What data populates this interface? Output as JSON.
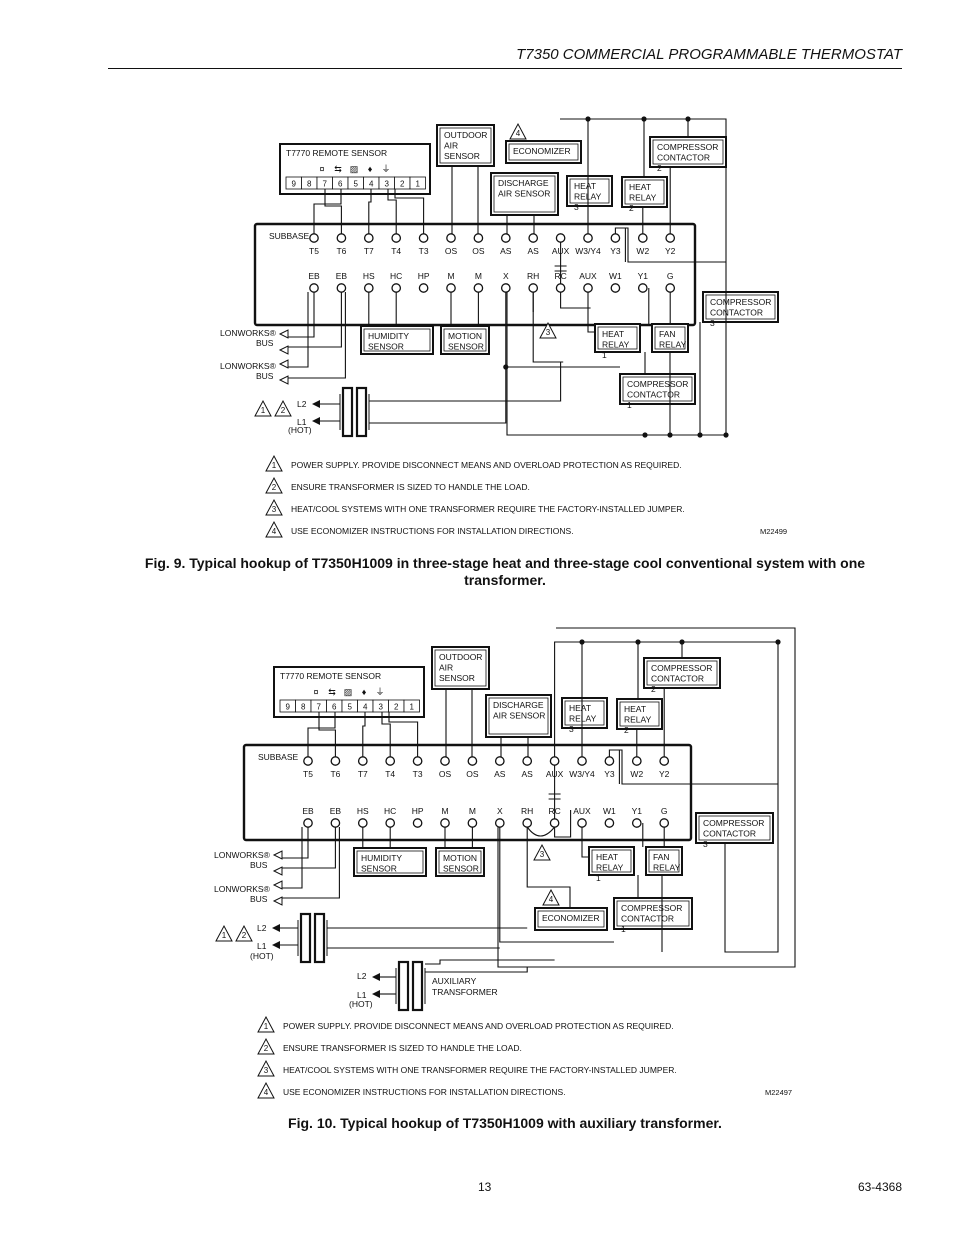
{
  "header": {
    "title": "T7350 COMMERCIAL PROGRAMMABLE THERMOSTAT"
  },
  "remote_sensor": {
    "label": "T7770 REMOTE SENSOR",
    "terminals": [
      "9",
      "8",
      "7",
      "6",
      "5",
      "4",
      "3",
      "2",
      "1"
    ],
    "icons": [
      "setpoint-icon",
      "occupancy-icon",
      "override-icon",
      "led-icon",
      "ground-icon"
    ]
  },
  "subbase": {
    "label": "SUBBASE",
    "fig9_top": [
      "T5",
      "T6",
      "T7",
      "T4",
      "T3",
      "OS",
      "OS",
      "AS",
      "AS",
      "AUX",
      "W3/Y4",
      "Y3",
      "W2",
      "Y2"
    ],
    "fig10_top": [
      "T5",
      "T6",
      "T7",
      "T4",
      "T3",
      "OS",
      "OS",
      "AS",
      "AS",
      "AUX",
      "W3/Y4",
      "Y3",
      "W2",
      "Y2"
    ],
    "bottom": [
      "EB",
      "EB",
      "HS",
      "HC",
      "HP",
      "M",
      "M",
      "X",
      "RH",
      "RC",
      "AUX",
      "W1",
      "Y1",
      "G"
    ]
  },
  "components": {
    "outdoor_air_sensor": "OUTDOOR AIR SENSOR",
    "economizer": "ECONOMIZER",
    "discharge_air_sensor": "DISCHARGE AIR SENSOR",
    "heat_relay_3": "HEAT RELAY 3",
    "heat_relay_2": "HEAT RELAY 2",
    "heat_relay_1": "HEAT RELAY 1",
    "compressor_contactor_1": "COMPRESSOR CONTACTOR 1",
    "compressor_contactor_2": "COMPRESSOR CONTACTOR 2",
    "compressor_contactor_3": "COMPRESSOR CONTACTOR 3",
    "fan_relay": "FAN RELAY",
    "humidity_sensor": "HUMIDITY SENSOR",
    "motion_sensor": "MOTION SENSOR",
    "lonworks_bus": "LONWORKS® BUS",
    "auxiliary_transformer": "AUXILIARY TRANSFORMER"
  },
  "power": {
    "l2": "L2",
    "l1": "L1",
    "hot": "(HOT)"
  },
  "notes": [
    {
      "num": "1",
      "text": "POWER SUPPLY.  PROVIDE DISCONNECT MEANS AND OVERLOAD PROTECTION AS REQUIRED."
    },
    {
      "num": "2",
      "text": "ENSURE TRANSFORMER IS SIZED TO HANDLE THE LOAD."
    },
    {
      "num": "3",
      "text": "HEAT/COOL SYSTEMS WITH ONE TRANSFORMER REQUIRE THE FACTORY-INSTALLED JUMPER."
    },
    {
      "num": "4",
      "text": "USE ECONOMIZER INSTRUCTIONS FOR INSTALLATION DIRECTIONS."
    }
  ],
  "fig9": {
    "code": "M22499",
    "caption": "Fig. 9. Typical hookup of T7350H1009 in three-stage heat and three-stage cool conventional system with one transformer."
  },
  "fig10": {
    "code": "M22497",
    "caption": "Fig. 10. Typical hookup of T7350H1009 with auxiliary transformer."
  },
  "footer": {
    "page": "13",
    "doc": "63-4368"
  }
}
